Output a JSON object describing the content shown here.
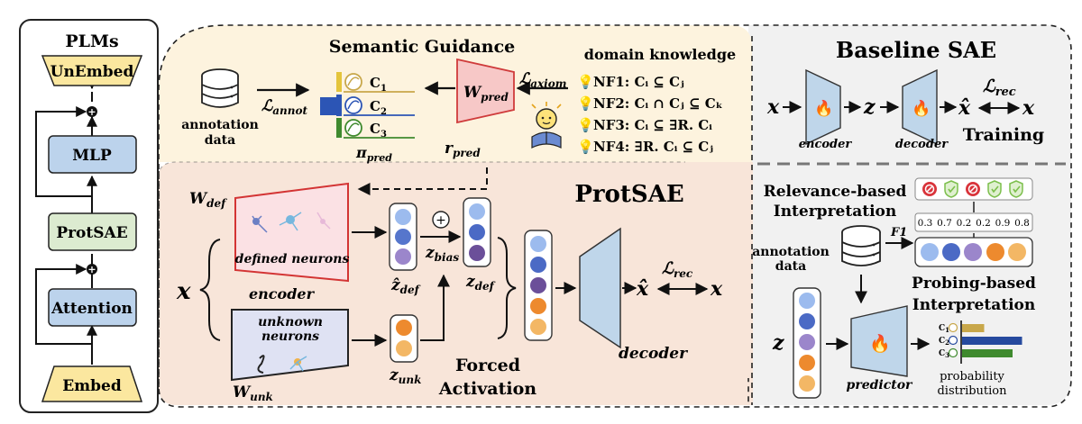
{
  "plms": {
    "title": "PLMs",
    "blocks": {
      "unembed": "UnEmbed",
      "mlp": "MLP",
      "protsae": "ProtSAE",
      "attention": "Attention",
      "embed": "Embed"
    }
  },
  "semantic": {
    "title": "Semantic Guidance",
    "annotation_data": [
      "annotation",
      "data"
    ],
    "l_annot": {
      "sym": "ℒ",
      "sub": "annot"
    },
    "concepts": [
      {
        "c": "C",
        "sub": "1"
      },
      {
        "c": "C",
        "sub": "2"
      },
      {
        "c": "C",
        "sub": "3"
      }
    ],
    "pi_pred": {
      "sym": "π",
      "sub": "pred"
    },
    "w_pred": {
      "sym": "W",
      "sub": "pred"
    },
    "r_pred": {
      "sym": "r",
      "sub": "pred"
    },
    "l_axiom": {
      "sym": "ℒ",
      "sub": "axiom"
    },
    "domain_knowledge": "domain knowledge",
    "rules": [
      "NF1: Cᵢ ⊆ Cⱼ",
      "NF2: Cᵢ ∩ Cⱼ ⊆ Cₖ",
      "NF3: Cᵢ ⊆ ∃R. Cᵢ",
      "NF4: ∃R. Cᵢ ⊆ Cⱼ"
    ],
    "icons": [
      "bulb-icon",
      "open-book-icon"
    ]
  },
  "protsae": {
    "title": "ProtSAE",
    "w_def": {
      "sym": "W",
      "sub": "def"
    },
    "w_unk": {
      "sym": "W",
      "sub": "unk"
    },
    "x": "x",
    "defined_neurons": "defined neurons",
    "unknown_neurons": [
      "unknown",
      "neurons"
    ],
    "encoder": "encoder",
    "decoder": "decoder",
    "z_hat_def": {
      "sym": "ẑ",
      "sub": "def"
    },
    "z_bias": {
      "sym": "z",
      "sub": "bias"
    },
    "z_def": {
      "sym": "z",
      "sub": "def"
    },
    "z_unk": {
      "sym": "z",
      "sub": "unk"
    },
    "plus": "+",
    "forced_activation": [
      "Forced",
      "Activation"
    ],
    "x_hat": "x̂",
    "l_rec": {
      "sym": "ℒ",
      "sub": "rec"
    }
  },
  "baseline": {
    "title": "Baseline SAE",
    "x": "x",
    "z": "z",
    "x_hat": "x̂",
    "encoder": "encoder",
    "decoder": "decoder",
    "training": "Training",
    "l_rec": {
      "sym": "ℒ",
      "sub": "rec"
    }
  },
  "interpretation": {
    "relevance": [
      "Relevance-based",
      "Interpretation"
    ],
    "probing": [
      "Probing-based",
      "Interpretation"
    ],
    "annotation_data": [
      "annotation",
      "data"
    ],
    "f1": "F1",
    "scores": [
      "0.3",
      "0.7",
      "0.2",
      "0.2",
      "0.9",
      "0.8"
    ],
    "badges": [
      "reject",
      "accept",
      "reject",
      "accept",
      "accept"
    ],
    "z": "z",
    "predictor": "predictor",
    "prob_labels": [
      {
        "c": "C",
        "sub": "1"
      },
      {
        "c": "C",
        "sub": "2"
      },
      {
        "c": "C",
        "sub": "3"
      }
    ],
    "prob_values": [
      0.35,
      0.95,
      0.8
    ],
    "probability_distribution": [
      "probability",
      "distribution"
    ]
  },
  "colors": {
    "semantic_bg": "#fdf3de",
    "protsae_bg": "#f8e5d9",
    "baseline_bg": "#f1f1f1",
    "block_blue": "#bcd3ec",
    "block_green": "#dcebd0",
    "block_yellow": "#fbe79f",
    "w_pred_fill": "#f7c8c7",
    "w_def_fill": "#fbe1e4",
    "w_unk_fill": "#dfe2f3",
    "decoder_fill": "#bfd6ea",
    "orange": "#ed8a2e",
    "light_orange": "#f3b765",
    "blue": "#5676cc",
    "light_blue": "#9cbbee",
    "purple": "#7b5da6",
    "lavender": "#9b86cb",
    "green": "#4d9a38",
    "bar_olive": "#c8a74a",
    "bar_blue": "#264a9e",
    "bar_green": "#3f8a2e",
    "accept_green": "#7cbf4c",
    "reject_red": "#d9343b"
  }
}
